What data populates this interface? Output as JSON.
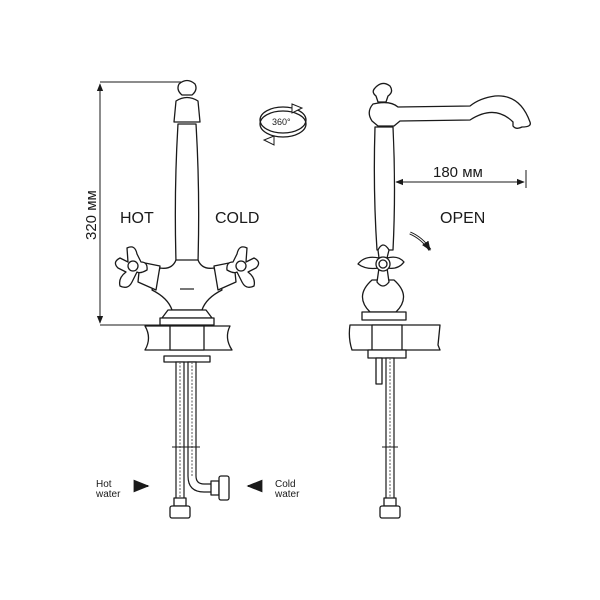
{
  "labels": {
    "height_dimension": "320 мм",
    "reach_dimension": "180 мм",
    "hot": "HOT",
    "cold": "COLD",
    "open": "OPEN",
    "rotation": "360°",
    "hot_water_line1": "Hot",
    "hot_water_line2": "water",
    "cold_water_line1": "Cold",
    "cold_water_line2": "water"
  },
  "colors": {
    "line": "#1a1a1a",
    "background": "#ffffff"
  }
}
